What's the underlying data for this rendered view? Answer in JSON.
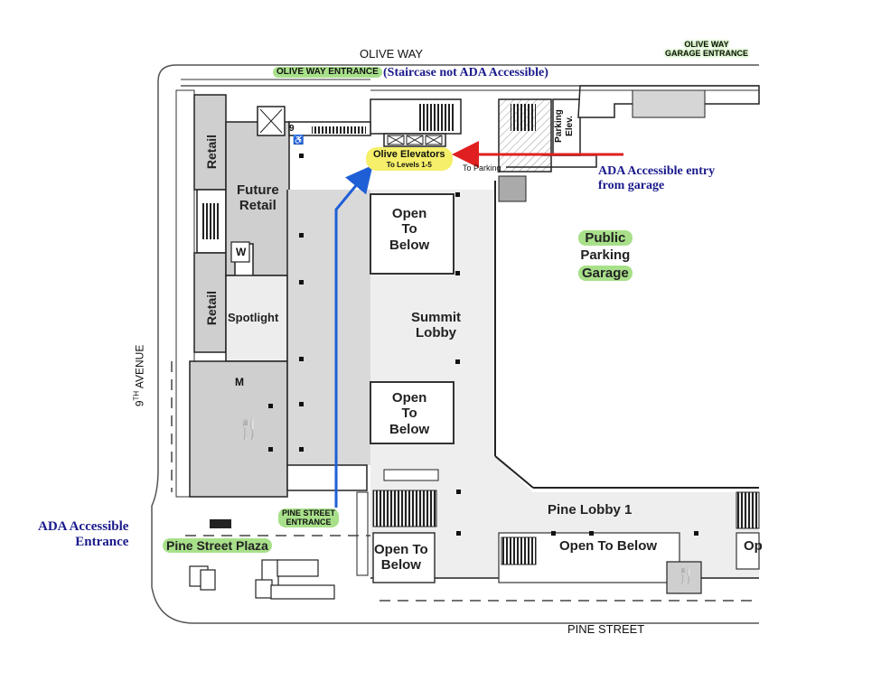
{
  "streets": {
    "north": "OLIVE WAY",
    "south": "PINE STREET",
    "west_prefix": "9",
    "west_sup": "TH",
    "west_suffix": " AVENUE"
  },
  "entrances": {
    "olive_way": "OLIVE WAY ENTRANCE",
    "olive_way_note": "(Staircase not ADA Accessible)",
    "garage_line1": "OLIVE WAY",
    "garage_line2": "GARAGE ENTRANCE",
    "pine_street_line1": "PINE STREET",
    "pine_street_line2": "ENTRANCE"
  },
  "annotations": {
    "ada_garage_line1": "ADA Accessible entry",
    "ada_garage_line2": "from garage",
    "ada_entrance_line1": "ADA Accessible",
    "ada_entrance_line2": "Entrance",
    "to_parking": "To Parking"
  },
  "elevators": {
    "title": "Olive Elevators",
    "subtitle": "To Levels 1-5",
    "parking_elev_line1": "Parking",
    "parking_elev_line2": "Elev.",
    "number": "9"
  },
  "rooms": {
    "retail_upper": "Retail",
    "retail_lower": "Retail",
    "future_retail_line1": "Future",
    "future_retail_line2": "Retail",
    "spotlight": "Spotlight",
    "womens_restroom": "W",
    "mens_restroom": "M",
    "summit_lobby_line1": "Summit",
    "summit_lobby_line2": "Lobby",
    "pine_lobby": "Pine Lobby 1",
    "pine_street_plaza": "Pine Street Plaza",
    "open_below_1": [
      "Open",
      "To",
      "Below"
    ],
    "open_below_2": [
      "Open",
      "To",
      "Below"
    ],
    "open_below_3": [
      "Open To",
      "Below"
    ],
    "open_below_4": "Open To Below",
    "open_below_5": "Op",
    "public_parking": [
      "Public",
      "Parking",
      "Garage"
    ]
  },
  "icons": {
    "dining": "fork-knife-icon",
    "accessible": "wheelchair-icon",
    "elevator": "elevator-icon",
    "escalator": "escalator-icon",
    "stairs": "stairs-icon"
  },
  "colors": {
    "route_blue": "#1f5fd6",
    "route_red": "#e02020",
    "label_blue": "#1a1a8c",
    "highlight_green": "#a8e08a",
    "highlight_yellow": "#f5ef6a",
    "floor_gray": "#d6d6d6",
    "floor_light": "#eeeeee"
  }
}
